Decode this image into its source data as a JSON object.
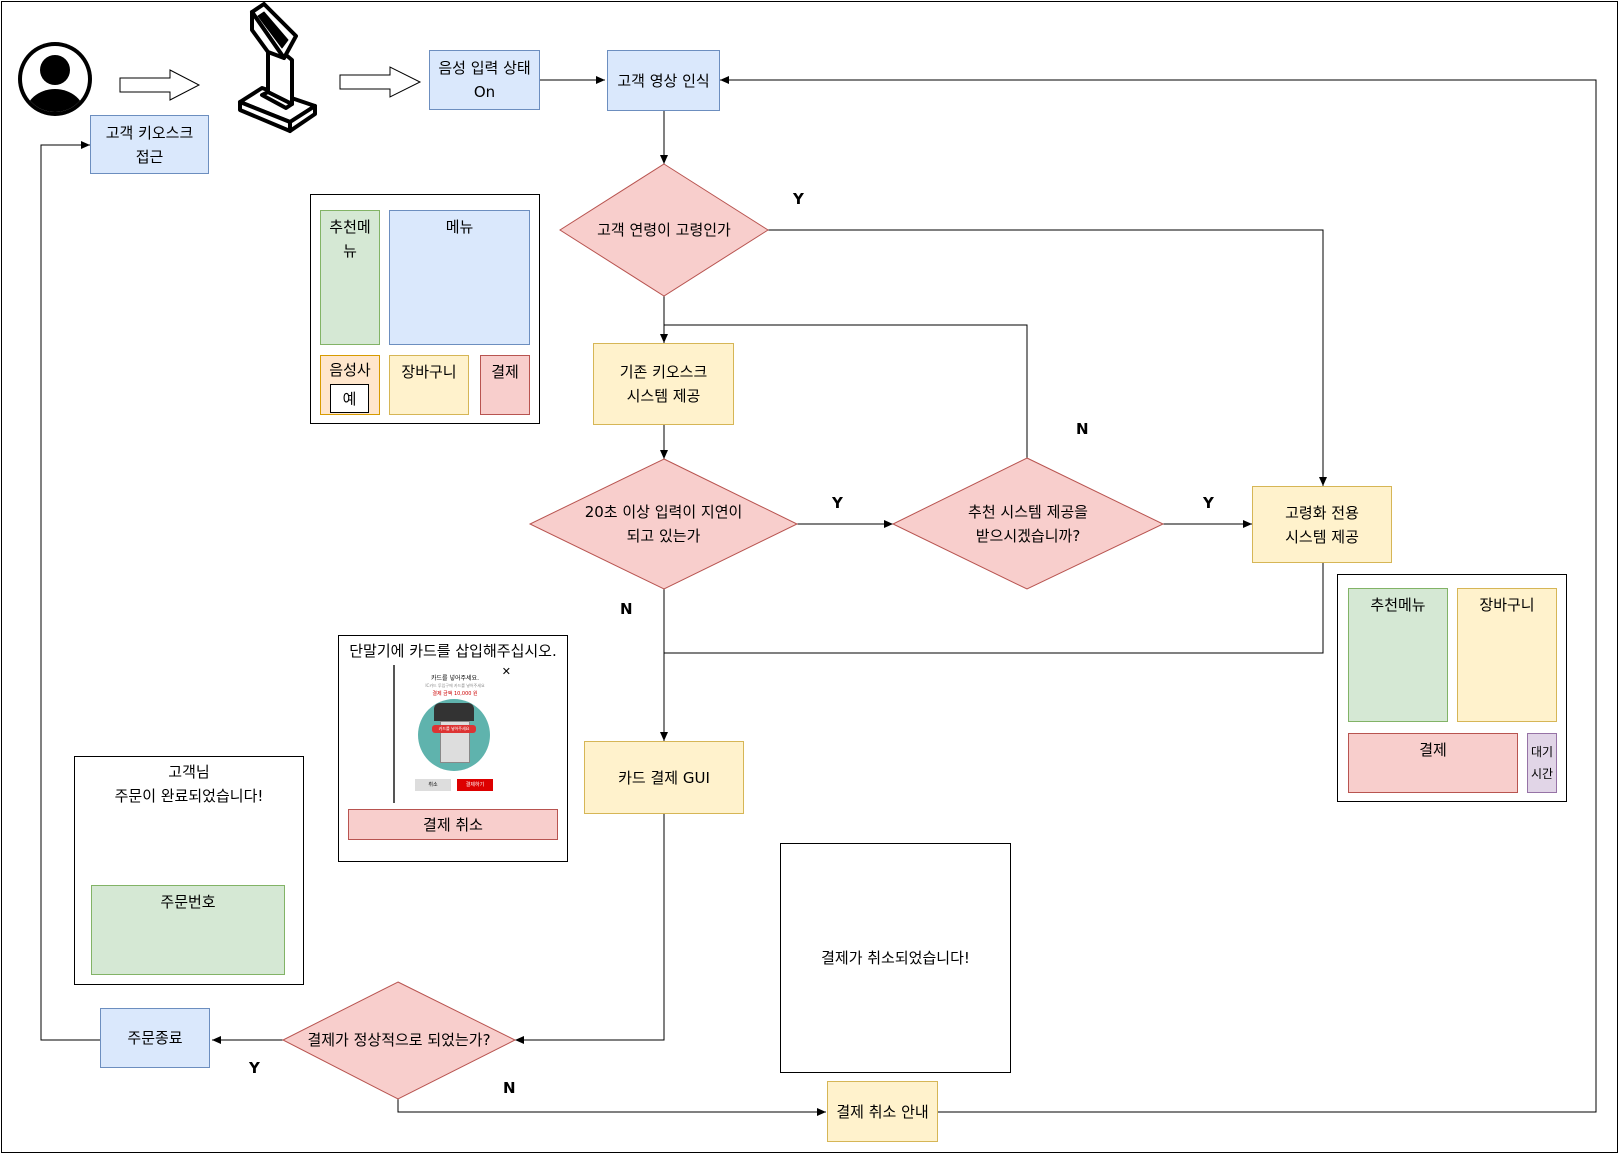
{
  "start": {
    "user_icon": "user-avatar-icon",
    "kiosk_icon": "kiosk-icon",
    "arrow_icon": "right-arrow-icon"
  },
  "nodes": {
    "customer_approach": "고객 키오스크\n접근",
    "voice_on": "음성 입력 상태\nOn",
    "video_recognition": "고객 영상 인식",
    "age_question": "고객 연령이 고령인가",
    "basic_system": "기존 키오스크\n시스템 제공",
    "delay_question": "20초 이상 입력이 지연이\n되고 있는가",
    "recommend_question": "추천 시스템 제공을\n받으시겠습니까?",
    "elderly_system": "고령화 전용\n시스템 제공",
    "card_gui": "카드 결제 GUI",
    "payment_question": "결제가 정상적으로 되었는가?",
    "order_end": "주문종료",
    "cancel_notice": "결제 취소 안내"
  },
  "edge_labels": {
    "age_yes": "Y",
    "recommend_no": "N",
    "delay_yes": "Y",
    "recommend_yes": "Y",
    "delay_no": "N",
    "payment_yes": "Y",
    "payment_no": "N"
  },
  "basic_layout": {
    "recommend_menu": "추천메\n뉴",
    "menu": "메뉴",
    "voice_assist": "음성사",
    "voice_button": "예",
    "cart": "장바구니",
    "payment": "결제"
  },
  "elderly_layout": {
    "recommend_menu": "추천메뉴",
    "cart": "장바구니",
    "payment": "결제",
    "wait_time": "대기\n시간"
  },
  "card_screen": {
    "title": "단말기에 카드를 삽입해주십시오.",
    "dialog_title": "카드를 넣어주세요.",
    "dialog_sub": "IC카드 투입구에 카드를 넣어주세요",
    "dialog_amount": "결제 금액 10,000 원",
    "card_label": "카드를 넣어주세요",
    "dialog_cancel": "취소",
    "dialog_confirm": "결제하기",
    "cancel_button": "결제 취소"
  },
  "order_done": {
    "message": "고객님\n주문이 완료되었습니다!",
    "order_number": "주문번호"
  },
  "cancel_screen": {
    "message": "결제가 취소되었습니다!"
  }
}
